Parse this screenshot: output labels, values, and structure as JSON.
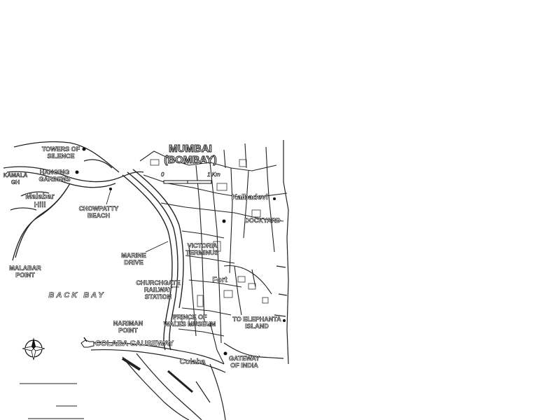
{
  "map": {
    "title_line1": "MUMBAI",
    "title_line2": "(BOMBAY)",
    "scale": {
      "start": "0",
      "end": "1 Km"
    },
    "water_body": "BACK BAY",
    "labels": {
      "towers_of_silence": "TOWERS OF\nSILENCE",
      "hanging_gardens": "HANGING\nGARDENS",
      "kamala": "KAMALA\nGH",
      "malabar_hill": "Malabar\nHill",
      "chowpatty_beach": "CHOWPATTY\nBEACH",
      "malabar_point": "MALABAR\nPOINT",
      "marine_drive": "MARINE\nDRIVE",
      "victoria_terminus": "VICTORIA\nTERMINUS",
      "kalbadevi": "Kalbadevi",
      "dockyard": "DOCKYARD",
      "churchgate": "CHURCHGATE\nRAILWAY\nSTATION",
      "fort": "Fort",
      "nariman_point": "NARIMAN\nPOINT",
      "prince_of_wales": "PRINCE OF\nWALES MUSEUM",
      "to_elephanta": "TO ELEPHANTA\nISLAND",
      "colaba_causeway": "COLABA CAUSEWAY",
      "colaba": "Colaba",
      "gateway_of_india": "GATEWAY\nOF INDIA"
    },
    "icons": {
      "compass": "compass-icon",
      "pointing_hand": "pointing-hand-icon"
    }
  }
}
